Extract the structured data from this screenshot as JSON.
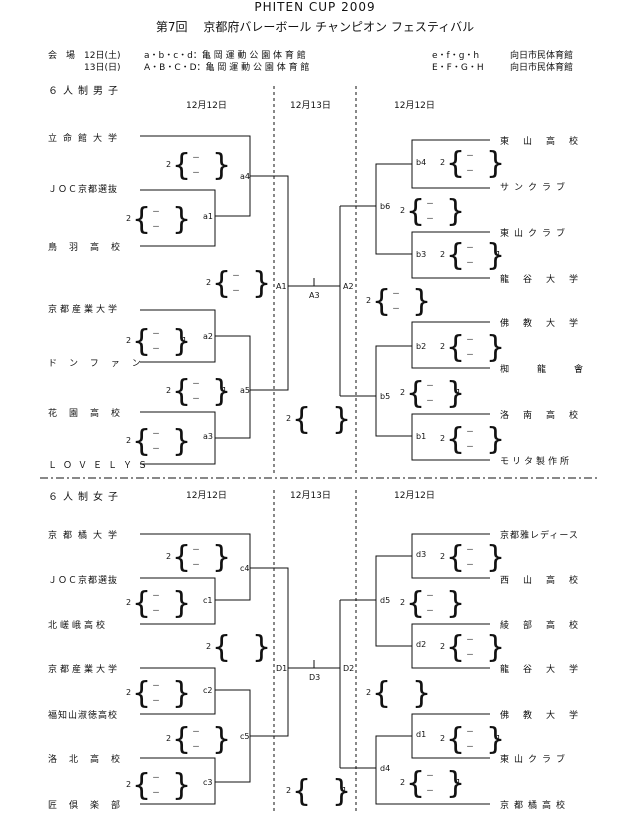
{
  "title": "PHITEN CUP 2009",
  "subtitle": "第7回　 京都府バレーボール チャンピオン フェスティバル",
  "venue": {
    "label": "会　場",
    "line1_date": "12日(土)",
    "line1_courts": "a・b・c・d：亀 岡 運 動 公 園 体 育 館",
    "line1_courts_r": "e・f・g・h",
    "line1_venue_r": "向日市民体育館",
    "line2_date": "13日(日)",
    "line2_courts": "A・B・C・D：亀 岡 運 動 公 園 体 育 館",
    "line2_courts_r": "E・F・G・H",
    "line2_venue_r": "向日市民体育館"
  },
  "men": {
    "title": "６人制男子",
    "dates": [
      "12月12日",
      "12月13日",
      "12月12日"
    ],
    "left_teams": [
      "立命館大学",
      "ＪＯＣ京都選抜",
      "鳥羽高校",
      "京都産業大学",
      "ドンファン",
      "花園高校",
      "ＬＯＶＥＬＹＳ"
    ],
    "right_teams": [
      "東山高校",
      "サンクラブ",
      "東山クラブ",
      "龍谷大学",
      "佛教大学",
      "椥龍會",
      "洛南高校",
      "モリタ製作所"
    ],
    "labels": {
      "a1": "a1",
      "a2": "a2",
      "a3": "a3",
      "a4": "a4",
      "a5": "a5",
      "b1": "b1",
      "b2": "b2",
      "b3": "b3",
      "b4": "b4",
      "b5": "b5",
      "b6": "b6",
      "A1": "A1",
      "A2": "A2",
      "A3": "A3"
    }
  },
  "women": {
    "title": "６人制女子",
    "dates": [
      "12月12日",
      "12月13日",
      "12月12日"
    ],
    "left_teams": [
      "京都橘大学",
      "ＪＯＣ京都選抜",
      "北嵯峨高校",
      "京都産業大学",
      "福知山淑徳高校",
      "洛北高校",
      "匠倶楽部"
    ],
    "right_teams": [
      "京都雅レディース",
      "西山高校",
      "綾部高校",
      "龍谷大学",
      "佛教大学",
      "東山クラブ",
      "京都橘高校"
    ],
    "labels": {
      "c1": "c1",
      "c2": "c2",
      "c3": "c3",
      "c4": "c4",
      "c5": "c5",
      "d1": "d1",
      "d2": "d2",
      "d3": "d3",
      "d4": "d4",
      "d5": "d5",
      "D1": "D1",
      "D2": "D2",
      "D3": "D3"
    }
  },
  "score": {
    "sets": "2",
    "set": "1",
    "dash": "－"
  }
}
